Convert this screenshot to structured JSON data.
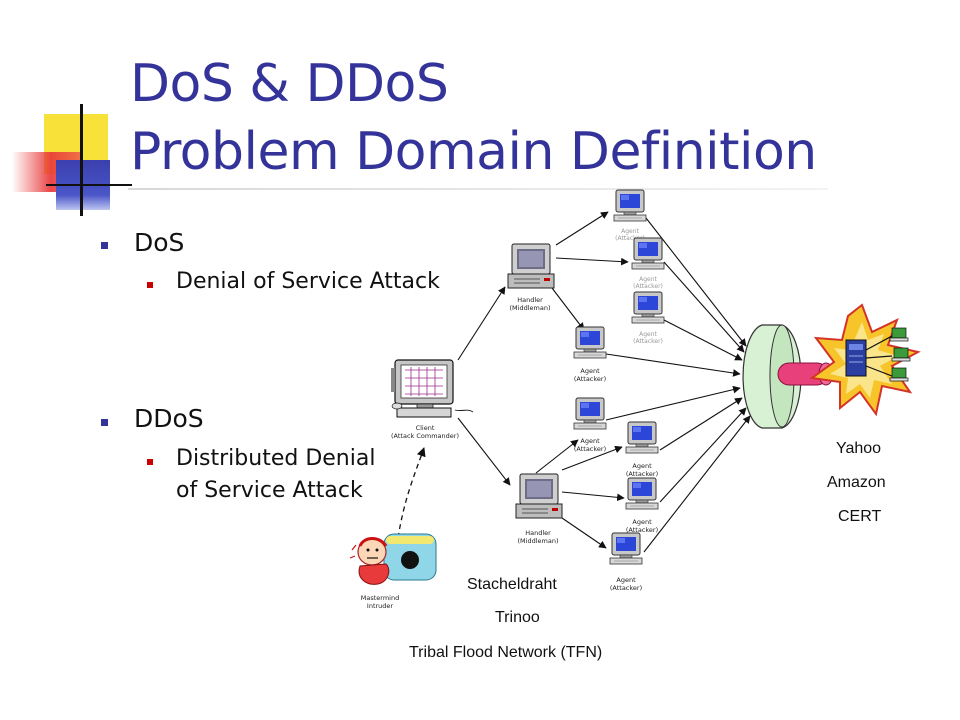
{
  "title": {
    "line1": "DoS & DDoS",
    "line2": "Problem Domain Definition"
  },
  "bullets": [
    {
      "term": "DoS",
      "sub": [
        "Denial of Service Attack"
      ]
    },
    {
      "term": "DDoS",
      "sub": [
        "Distributed Denial",
        "of Service Attack"
      ]
    }
  ],
  "diagram": {
    "client_label": [
      "Client",
      "(Attack Commander)"
    ],
    "handler_label": [
      "Handler",
      "(Middleman)"
    ],
    "agent_label": [
      "Agent",
      "(Attacker)"
    ],
    "intruder_label": [
      "Mastermind",
      "Intruder"
    ],
    "targets": [
      "Yahoo",
      "Amazon",
      "CERT"
    ],
    "tools": [
      "Stacheldraht",
      "Trinoo",
      "Tribal Flood Network (TFN)"
    ],
    "colors": {
      "title": "#333399",
      "bullet_primary": "#333399",
      "bullet_secondary": "#cc0000",
      "pipe": "#d8f0d4",
      "burst": "#f7c52a",
      "beam": "#e8407a"
    }
  }
}
